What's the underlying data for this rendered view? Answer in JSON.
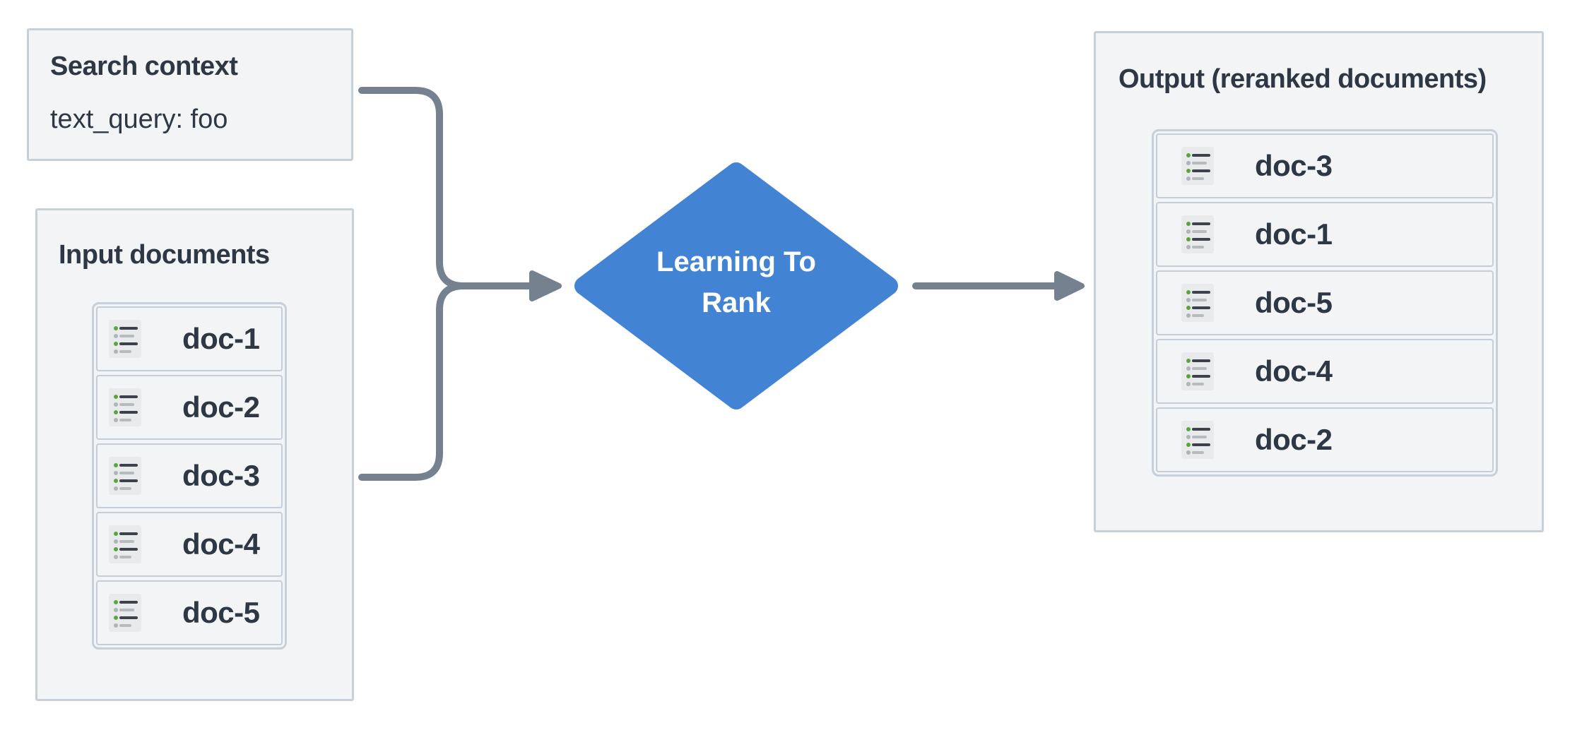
{
  "colors": {
    "accent": "#4284d3",
    "line": "#76818f",
    "panel-bg": "#f2f4f6",
    "panel-border": "#c7d0d9",
    "row-border": "#c5ced8",
    "ink": "#2d3844",
    "icon-bg": "#e9eaeb",
    "icon-green": "#58a63e",
    "icon-gray": "#b0b4b8",
    "icon-dark": "#3d424a",
    "icon-light": "#b7bbbf",
    "diamond-text": "#ffffff"
  },
  "search_context": {
    "title": "Search context",
    "query": "text_query: foo"
  },
  "input_documents": {
    "title": "Input documents",
    "docs": [
      "doc-1",
      "doc-2",
      "doc-3",
      "doc-4",
      "doc-5"
    ]
  },
  "process": {
    "label_line1": "Learning To",
    "label_line2": "Rank"
  },
  "output_documents": {
    "title": "Output (reranked documents)",
    "docs": [
      "doc-3",
      "doc-1",
      "doc-5",
      "doc-4",
      "doc-2"
    ]
  }
}
